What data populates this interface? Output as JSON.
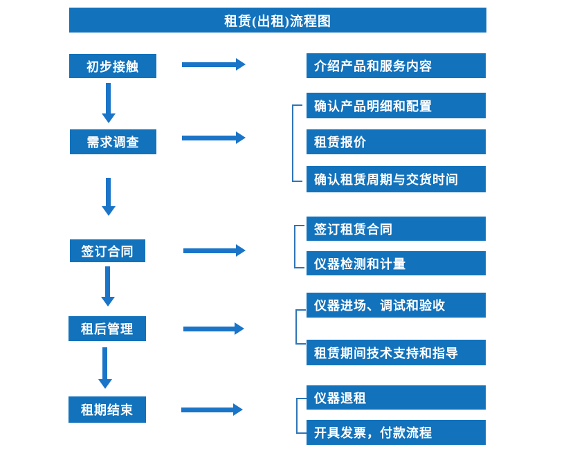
{
  "title": "租赁(出租)流程图",
  "colors": {
    "box-blue": "#1272BC",
    "arrow-blue": "#1A74C8",
    "bracket-blue": "#2E75B6",
    "text-white": "#FFFFFF",
    "bg": "#FFFFFF"
  },
  "steps": [
    {
      "label": "初步接触",
      "details": [
        "介绍产品和服务内容"
      ]
    },
    {
      "label": "需求调查",
      "details": [
        "确认产品明细和配置",
        "租赁报价",
        "确认租赁周期与交货时间"
      ]
    },
    {
      "label": "签订合同",
      "details": [
        "签订租赁合同",
        "仪器检测和计量"
      ]
    },
    {
      "label": "租后管理",
      "details": [
        "仪器进场、调试和验收",
        "租赁期间技术支持和指导"
      ]
    },
    {
      "label": "租期结束",
      "details": [
        "仪器退租",
        "开具发票，付款流程"
      ]
    }
  ]
}
